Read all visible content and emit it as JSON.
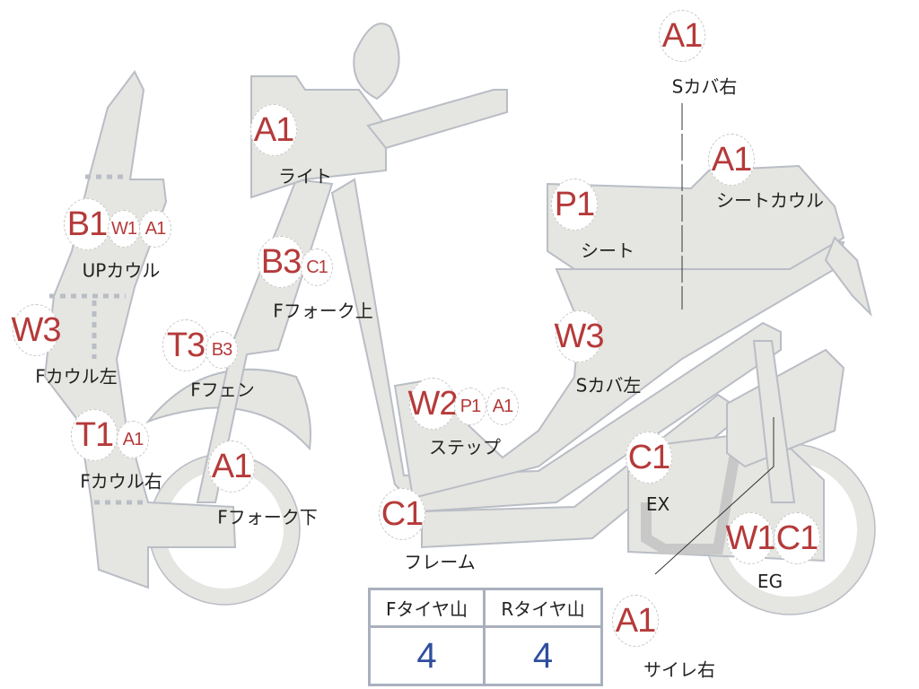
{
  "colors": {
    "part_fill": "#e5e5e1",
    "part_stroke": "#b9bdc5",
    "grade_red": "#b53a3a",
    "value_blue": "#2f4e9e"
  },
  "parts": [
    {
      "name": "s-cover-right",
      "label": "Sカバ右",
      "grades": [
        "A1"
      ]
    },
    {
      "name": "light",
      "label": "ライト",
      "grades": [
        "A1"
      ]
    },
    {
      "name": "seat-cowl",
      "label": "シートカウル",
      "grades": [
        "A1"
      ]
    },
    {
      "name": "up-cowl",
      "label": "UPカウル",
      "grades": [
        "B1",
        "W1",
        "A1"
      ]
    },
    {
      "name": "seat",
      "label": "シート",
      "grades": [
        "P1"
      ]
    },
    {
      "name": "f-fork-upper",
      "label": "Fフォーク上",
      "grades": [
        "B3",
        "C1"
      ]
    },
    {
      "name": "f-cowl-left",
      "label": "Fカウル左",
      "grades": [
        "W3"
      ]
    },
    {
      "name": "f-fender",
      "label": "Fフェン",
      "grades": [
        "T3",
        "B3"
      ]
    },
    {
      "name": "s-cover-left",
      "label": "Sカバ左",
      "grades": [
        "W3"
      ]
    },
    {
      "name": "step",
      "label": "ステップ",
      "grades": [
        "W2",
        "P1",
        "A1"
      ]
    },
    {
      "name": "f-cowl-right",
      "label": "Fカウル右",
      "grades": [
        "T1",
        "A1"
      ]
    },
    {
      "name": "f-fork-lower",
      "label": "Fフォーク下",
      "grades": [
        "A1"
      ]
    },
    {
      "name": "exhaust",
      "label": "EX",
      "grades": [
        "C1"
      ]
    },
    {
      "name": "frame",
      "label": "フレーム",
      "grades": [
        "C1"
      ]
    },
    {
      "name": "engine",
      "label": "EG",
      "grades": [
        "W1",
        "C1"
      ]
    },
    {
      "name": "silencer-right",
      "label": "サイレ右",
      "grades": [
        "A1"
      ]
    }
  ],
  "tire_table": {
    "headers": [
      "Fタイヤ山",
      "Rタイヤ山"
    ],
    "values": [
      "4",
      "4"
    ]
  }
}
